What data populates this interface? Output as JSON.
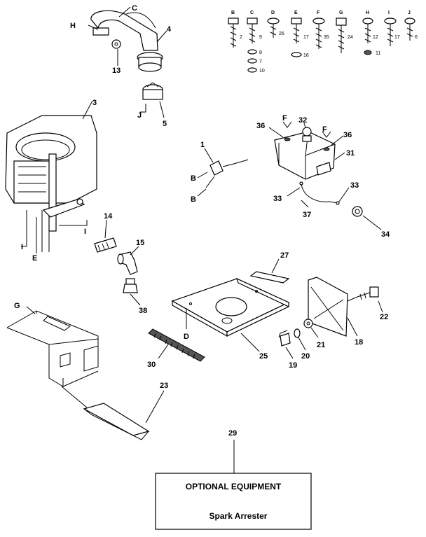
{
  "callouts": {
    "n1": "1",
    "n3": "3",
    "n4": "4",
    "n5": "5",
    "n13": "13",
    "n14": "14",
    "n15": "15",
    "n18": "18",
    "n19": "19",
    "n20": "20",
    "n21": "21",
    "n22": "22",
    "n23": "23",
    "n25": "25",
    "n27": "27",
    "n29": "29",
    "n30": "30",
    "n31": "31",
    "n32": "32",
    "n33a": "33",
    "n33b": "33",
    "n34": "34",
    "n36a": "36",
    "n36b": "36",
    "n37": "37",
    "n38": "38"
  },
  "letters": {
    "c_top": "C",
    "h_top": "H",
    "j_top": "J",
    "b1": "B",
    "b2": "B",
    "f1": "F",
    "f2": "F",
    "i_left": "I",
    "e_left": "E",
    "i_mid": "I",
    "g_left": "G",
    "d_plate": "D"
  },
  "hardware": {
    "heads": [
      "B",
      "C",
      "D",
      "E",
      "F",
      "G",
      "H",
      "I",
      "J"
    ],
    "numbers": [
      "2",
      "9",
      "26",
      "17",
      "35",
      "24",
      "12",
      "17",
      "6"
    ],
    "washers": [
      "8",
      "7",
      "10",
      "16",
      "11"
    ]
  },
  "optional_box": {
    "title": "OPTIONAL EQUIPMENT",
    "subtitle": "Spark Arrester"
  }
}
